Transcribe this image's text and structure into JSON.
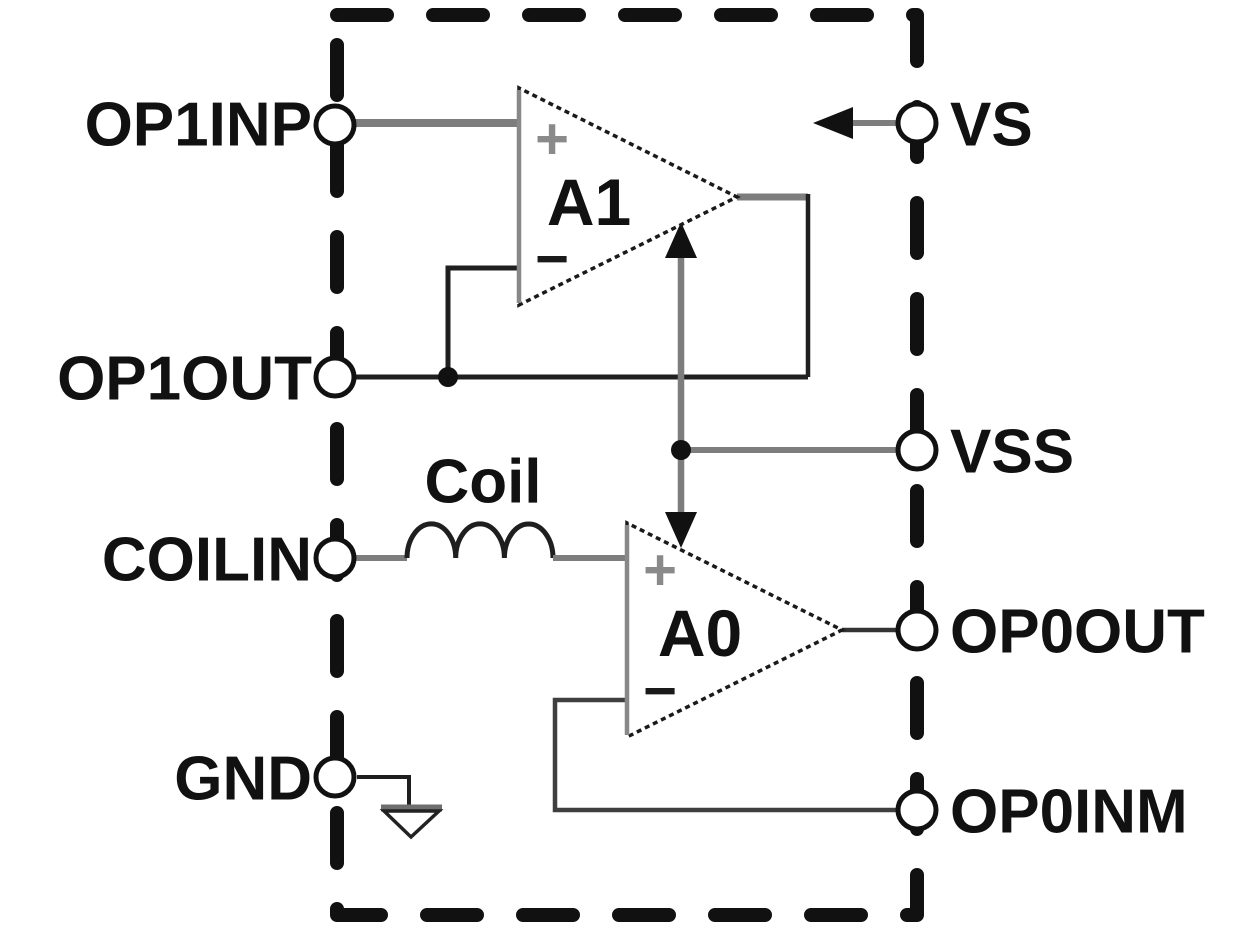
{
  "diagram": {
    "background_color": "#ffffff",
    "boundary_style": "dashed",
    "line_color": "#1a1a1a",
    "wire_gray_color": "#7d7d7d",
    "pins": {
      "left": [
        {
          "label": "OP1INP"
        },
        {
          "label": "OP1OUT"
        },
        {
          "label": "COILIN"
        },
        {
          "label": "GND"
        }
      ],
      "right": [
        {
          "label": "VS"
        },
        {
          "label": "VSS"
        },
        {
          "label": "OP0OUT"
        },
        {
          "label": "OP0INM"
        }
      ]
    },
    "amplifiers": [
      {
        "label": "A1",
        "noninverting_mark": "+",
        "inverting_mark": "−"
      },
      {
        "label": "A0",
        "noninverting_mark": "+",
        "inverting_mark": "−"
      }
    ],
    "inductor": {
      "label": "Coil"
    }
  }
}
